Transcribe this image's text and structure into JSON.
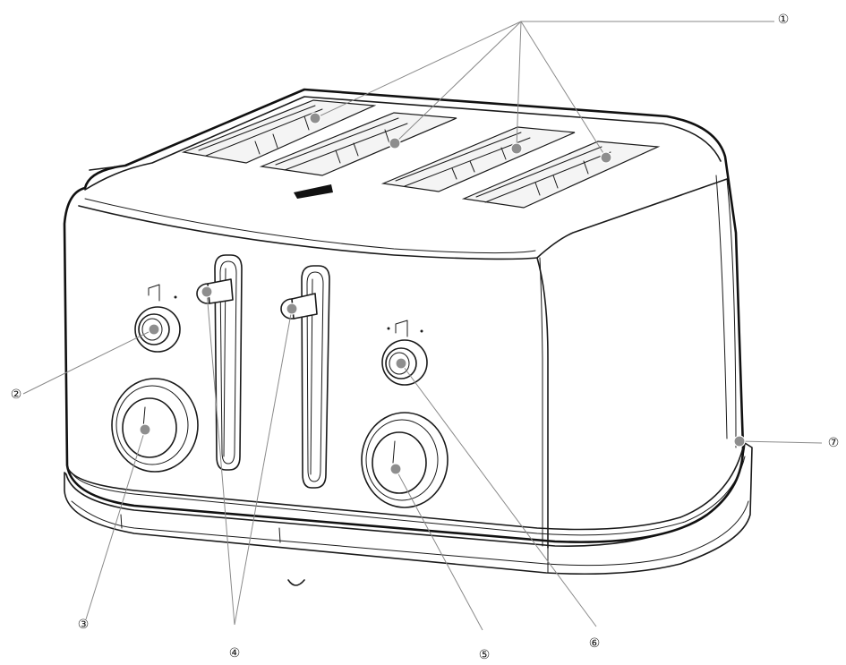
{
  "callouts": [
    {
      "id": "1",
      "label": "①"
    },
    {
      "id": "2",
      "label": "②"
    },
    {
      "id": "3",
      "label": "③"
    },
    {
      "id": "4",
      "label": "④"
    },
    {
      "id": "5",
      "label": "⑤"
    },
    {
      "id": "6",
      "label": "⑥"
    },
    {
      "id": "7",
      "label": "⑦"
    }
  ],
  "colors": {
    "outline": "#1a1a1a",
    "leader": "#8a8a8a",
    "marker_dot": "#8e8e8e",
    "background": "#ffffff"
  }
}
